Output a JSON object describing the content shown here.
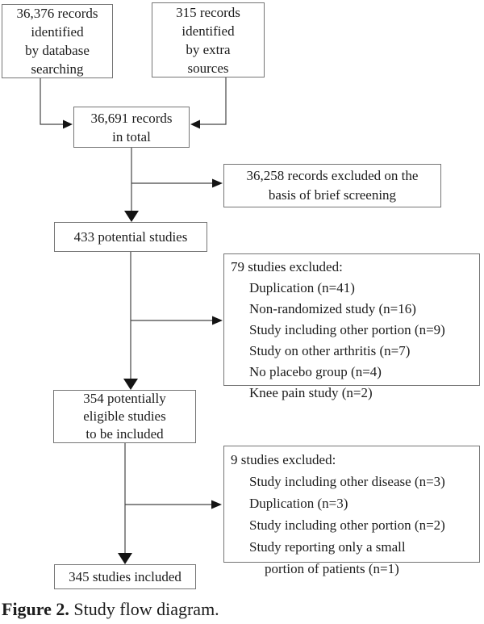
{
  "palette": {
    "border": "#757575",
    "line": "#454545",
    "arrow": "#141414",
    "text": "#1c1c1c",
    "background": "#ffffff"
  },
  "flow": {
    "identified_db": {
      "lines": [
        "36,376 records",
        "identified",
        "by database",
        "searching"
      ]
    },
    "identified_extra": {
      "lines": [
        "315 records",
        "identified",
        "by extra",
        "sources"
      ]
    },
    "total": {
      "lines": [
        "36,691 records",
        "in total"
      ]
    },
    "excluded_screening": {
      "lines": [
        "36,258 records excluded on the",
        "basis of brief screening"
      ]
    },
    "potential": {
      "lines": [
        "433 potential studies"
      ]
    },
    "excluded_79": {
      "title": "79 studies excluded:",
      "items": [
        "Duplication (n=41)",
        "Non-randomized study (n=16)",
        "Study including other portion (n=9)",
        "Study on other arthritis (n=7)",
        "No placebo group (n=4)",
        "Knee pain study (n=2)"
      ]
    },
    "eligible": {
      "lines": [
        "354 potentially",
        "eligible studies",
        "to be included"
      ]
    },
    "excluded_9": {
      "title": "9 studies excluded:",
      "items": [
        "Study including other disease (n=3)",
        "Duplication (n=3)",
        "Study including other portion (n=2)",
        "Study reporting only a small",
        "portion of patients (n=1)"
      ]
    },
    "included": {
      "lines": [
        "345 studies included"
      ]
    }
  },
  "caption": {
    "label": "Figure 2.",
    "text": "Study flow diagram."
  }
}
